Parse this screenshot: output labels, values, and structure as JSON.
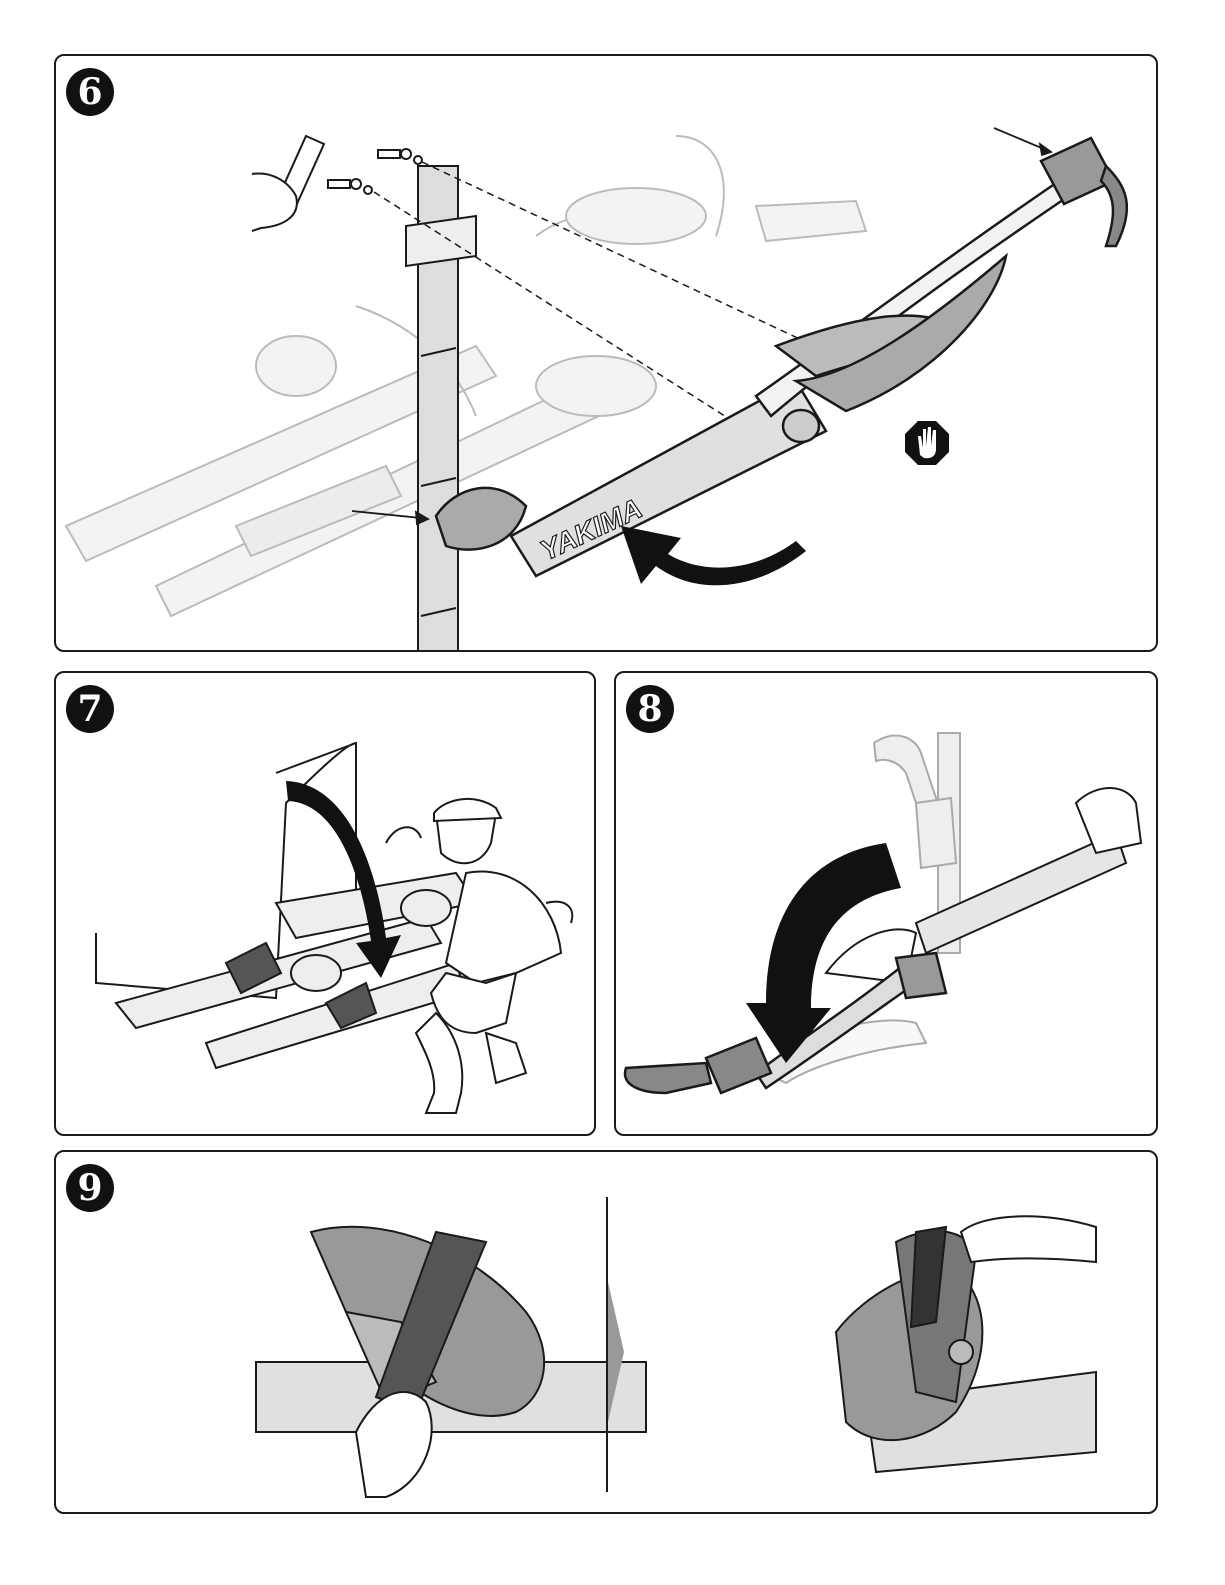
{
  "steps": [
    {
      "number": "6",
      "logo_text": "YAKIMA"
    },
    {
      "number": "7"
    },
    {
      "number": "8"
    },
    {
      "number": "9"
    }
  ],
  "colors": {
    "ink": "#1a1a1a",
    "ghost": "#cccccc",
    "metal": "#dddddd",
    "dark_part": "#777777"
  },
  "icons": [
    "stop-hand-icon",
    "curved-arrow-icon",
    "pointer-arrow-icon",
    "transition-arrow-icon"
  ]
}
